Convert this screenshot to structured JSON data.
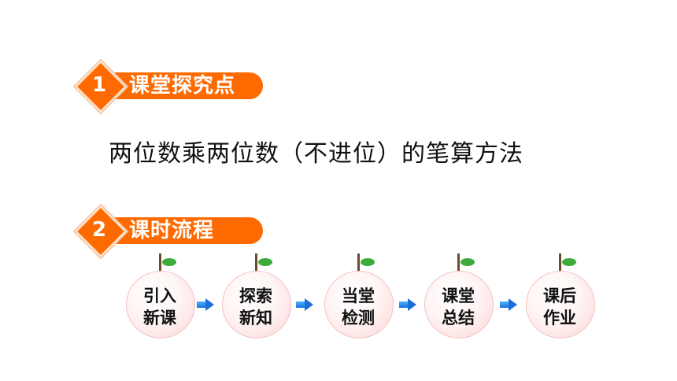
{
  "section1": {
    "number": "1",
    "title": "课堂探究点"
  },
  "topic": "两位数乘两位数（不进位）的笔算方法",
  "section2": {
    "number": "2",
    "title": "课时流程"
  },
  "steps": [
    {
      "line1": "引入",
      "line2": "新课"
    },
    {
      "line1": "探索",
      "line2": "新知"
    },
    {
      "line1": "当堂",
      "line2": "检测"
    },
    {
      "line1": "课堂",
      "line2": "总结"
    },
    {
      "line1": "课后",
      "line2": "作业"
    }
  ],
  "colors": {
    "accent": "#ff6a00",
    "arrow": "#1c6fd8",
    "leaf": "#3cab3c",
    "circle": "#fbd6d6"
  },
  "icons": {
    "flow_arrow": "right-arrow-icon",
    "apple_leaf": "leaf-icon"
  }
}
